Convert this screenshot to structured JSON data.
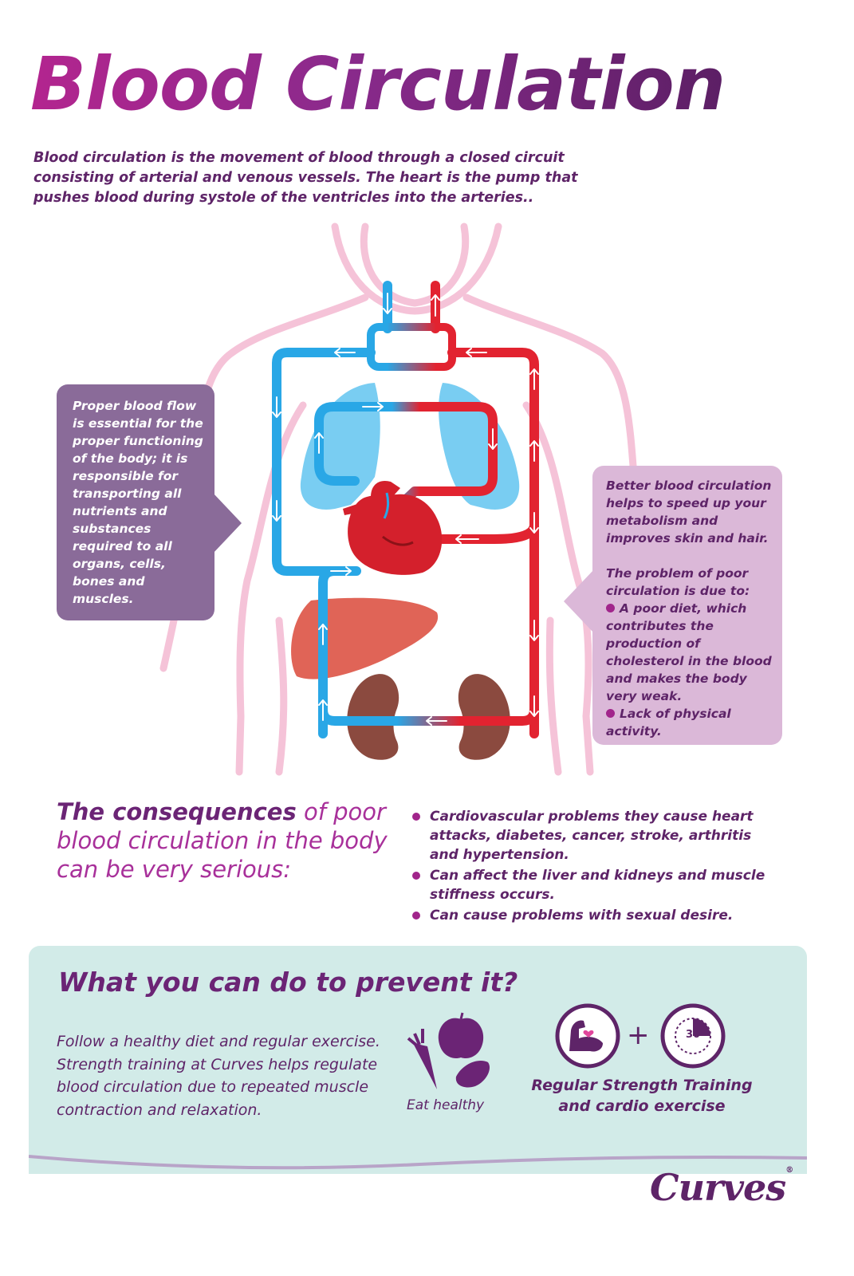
{
  "title": "Blood Circulation",
  "intro": "Blood circulation is the movement of blood through a closed circuit consisting of arterial and venous vessels. The heart is the pump that pushes blood during systole of the ventricles into the arteries..",
  "left_bubble": "Proper blood flow is essential for the proper functioning of the body; it is responsible for transporting all nutrients and substances required to all organs, cells, bones and muscles.",
  "right_bubble": {
    "p1": "Better blood circulation helps to speed up your metabolism and improves skin and hair.",
    "p2": "The problem of poor circulation is due to:",
    "items": [
      "A poor diet, which contributes the production of cholesterol in the blood and makes the body very weak.",
      "Lack of physical activity."
    ]
  },
  "consequences": {
    "lead": "The consequences",
    "rest": " of poor blood circulation in the body can be very serious:",
    "items": [
      "Cardiovascular problems they cause heart attacks, diabetes, cancer, stroke, arthritis and hypertension.",
      "Can affect the liver and kidneys and muscle stiffness occurs.",
      "Can cause problems with sexual desire."
    ]
  },
  "prevention": {
    "title": "What you can do to prevent it?",
    "text": "Follow a healthy diet and regular exercise. Strength training at Curves helps regulate blood circulation due to repeated muscle contraction and relaxation.",
    "eat_label": "Eat healthy",
    "plus": "+",
    "timer_value": "30",
    "training_label": "Regular Strength Training and cardio exercise"
  },
  "brand": "Curves",
  "brand_mark": "®",
  "colors": {
    "vein": "#29a7e6",
    "artery": "#e22330",
    "body_outline": "#f5c3d8",
    "lungs": "#79cdf2",
    "heart": "#d4202c",
    "liver": "#e06457",
    "kidney": "#8b4a3f",
    "accent_purple": "#5e2468",
    "magenta": "#a1258b",
    "panel": "#d2ebe8"
  }
}
